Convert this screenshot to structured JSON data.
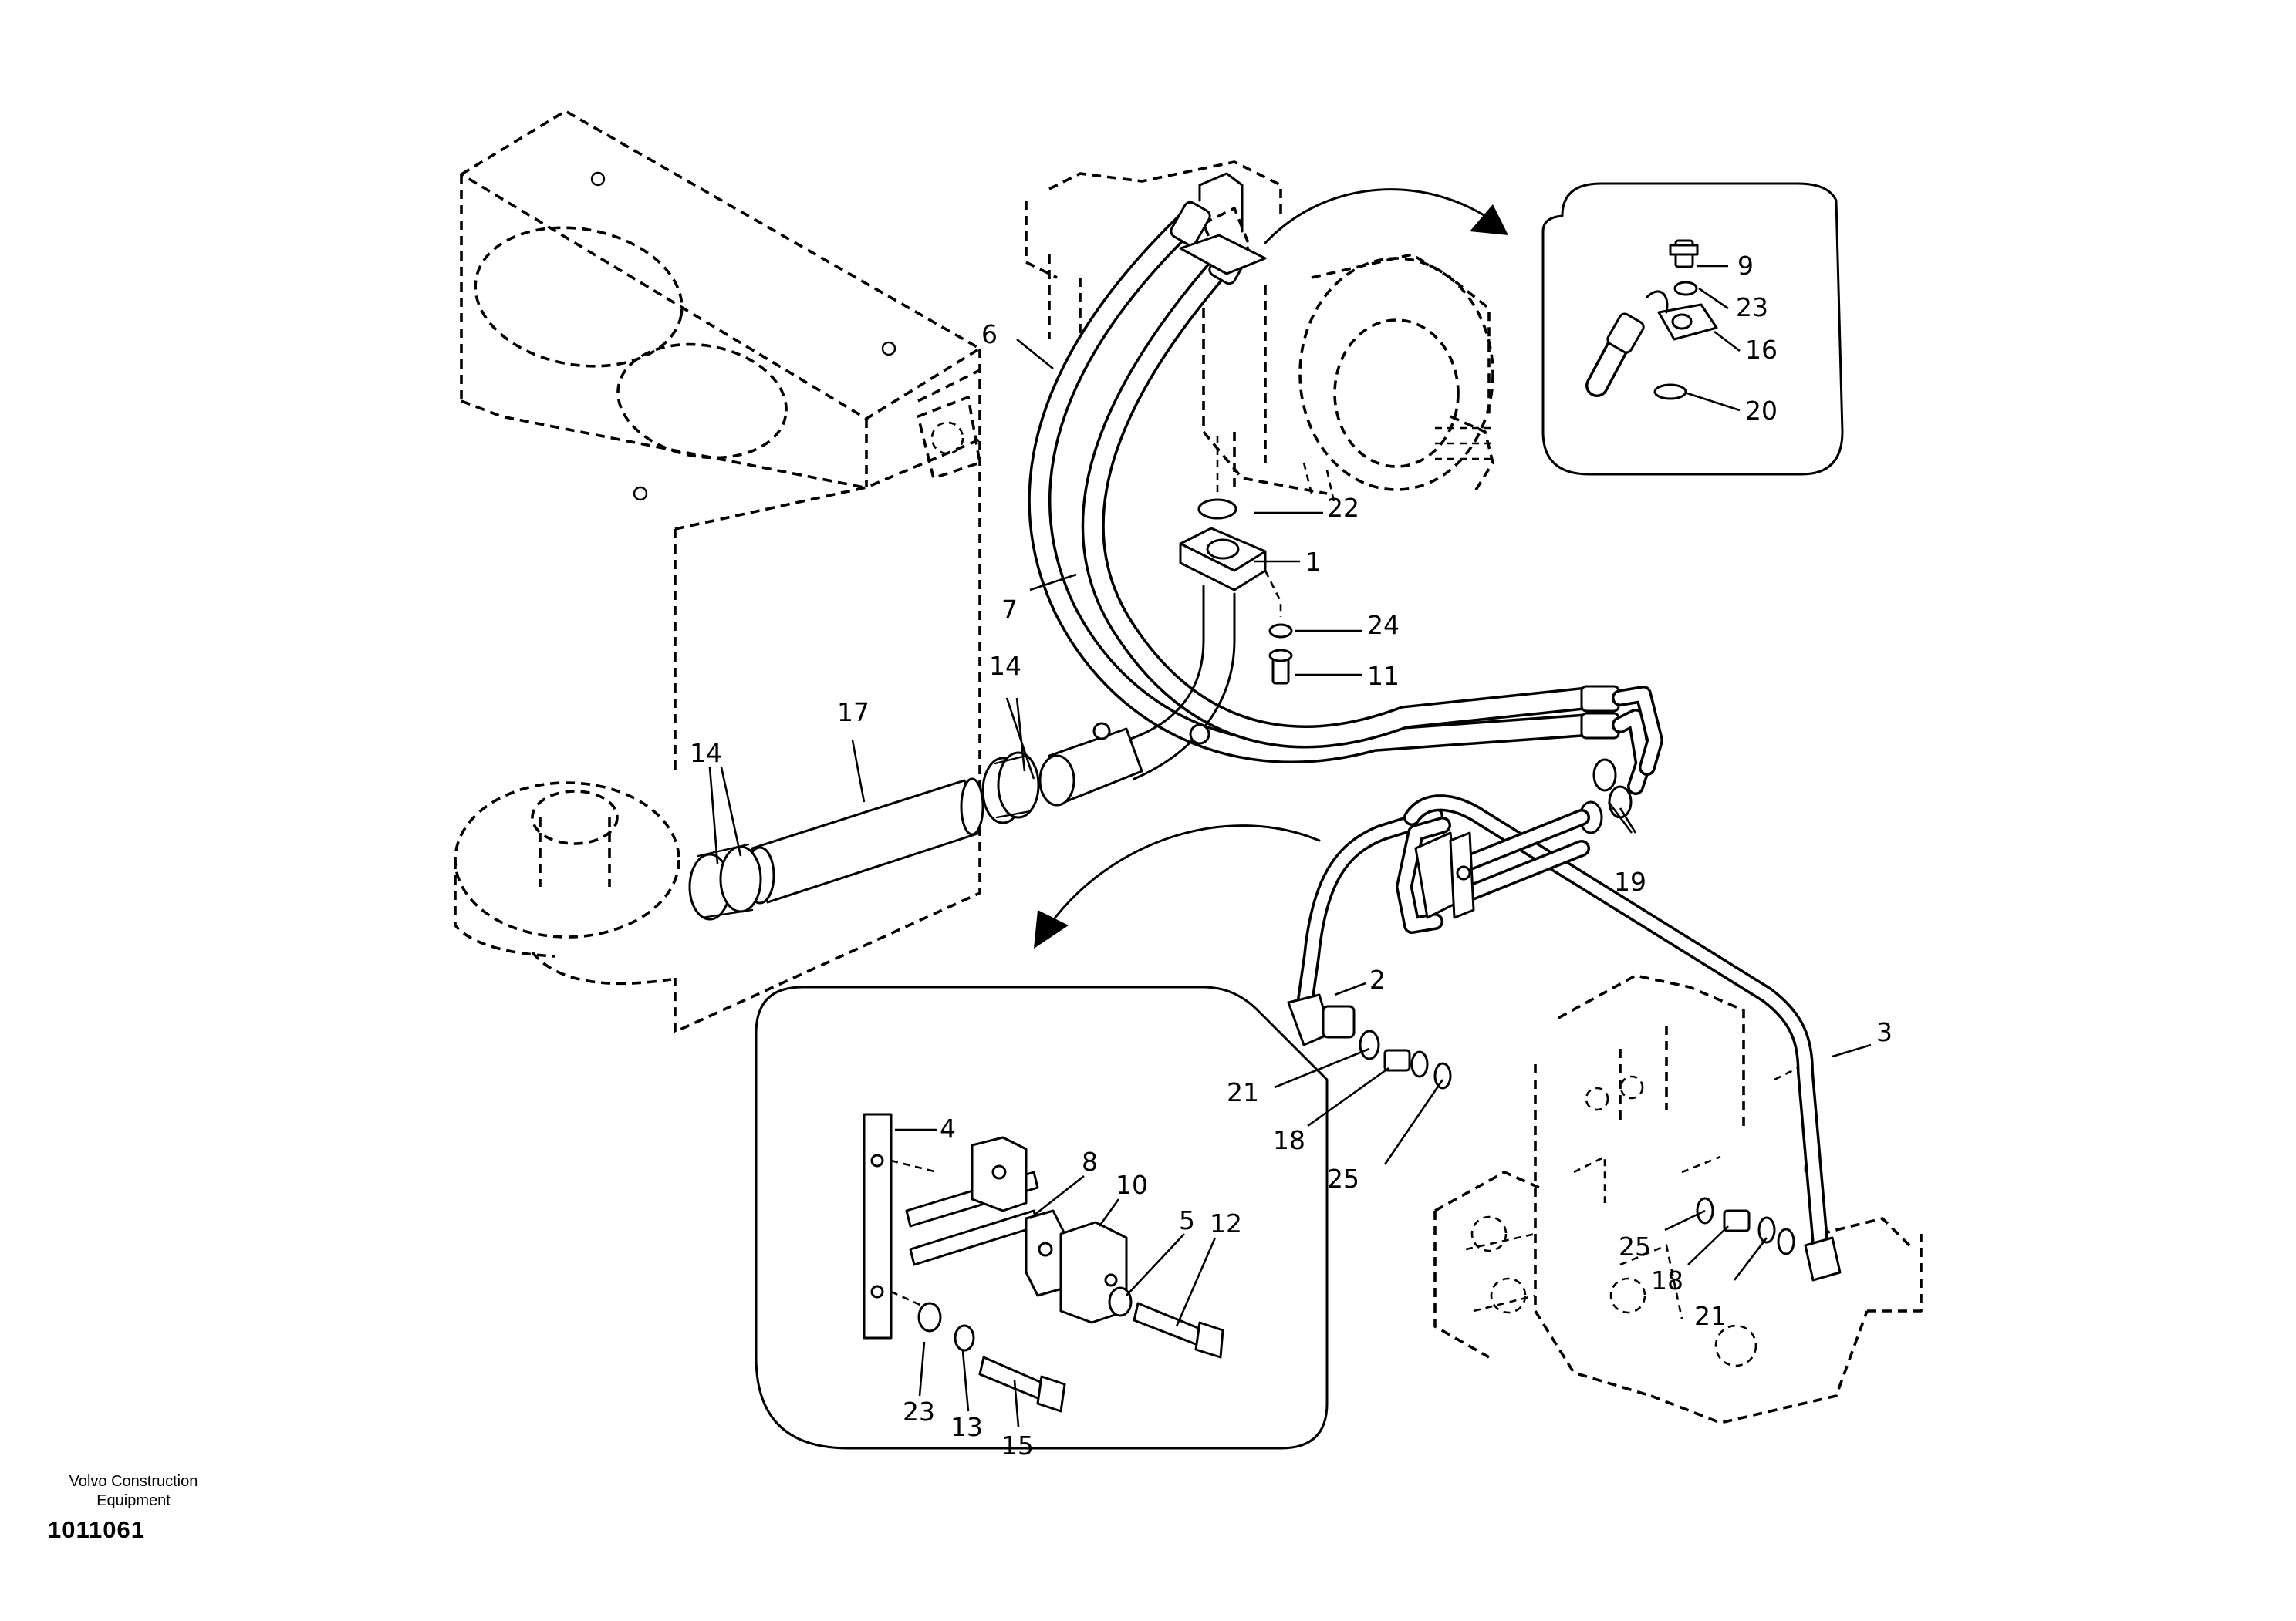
{
  "diagram": {
    "callouts": {
      "c1": "1",
      "c2": "2",
      "c3": "3",
      "c4": "4",
      "c5": "5",
      "c6": "6",
      "c7": "7",
      "c8": "8",
      "c9": "9",
      "c10": "10",
      "c11": "11",
      "c12": "12",
      "c13": "13",
      "c14a": "14",
      "c14b": "14",
      "c15": "15",
      "c16": "16",
      "c17": "17",
      "c18a": "18",
      "c18b": "18",
      "c19": "19",
      "c20": "20",
      "c21a": "21",
      "c21b": "21",
      "c22": "22",
      "c23a": "23",
      "c23b": "23",
      "c24": "24",
      "c25a": "25",
      "c25b": "25"
    }
  },
  "footer": {
    "brand_line1": "Volvo Construction",
    "brand_line2": "Equipment",
    "drawing_number": "1011061"
  }
}
